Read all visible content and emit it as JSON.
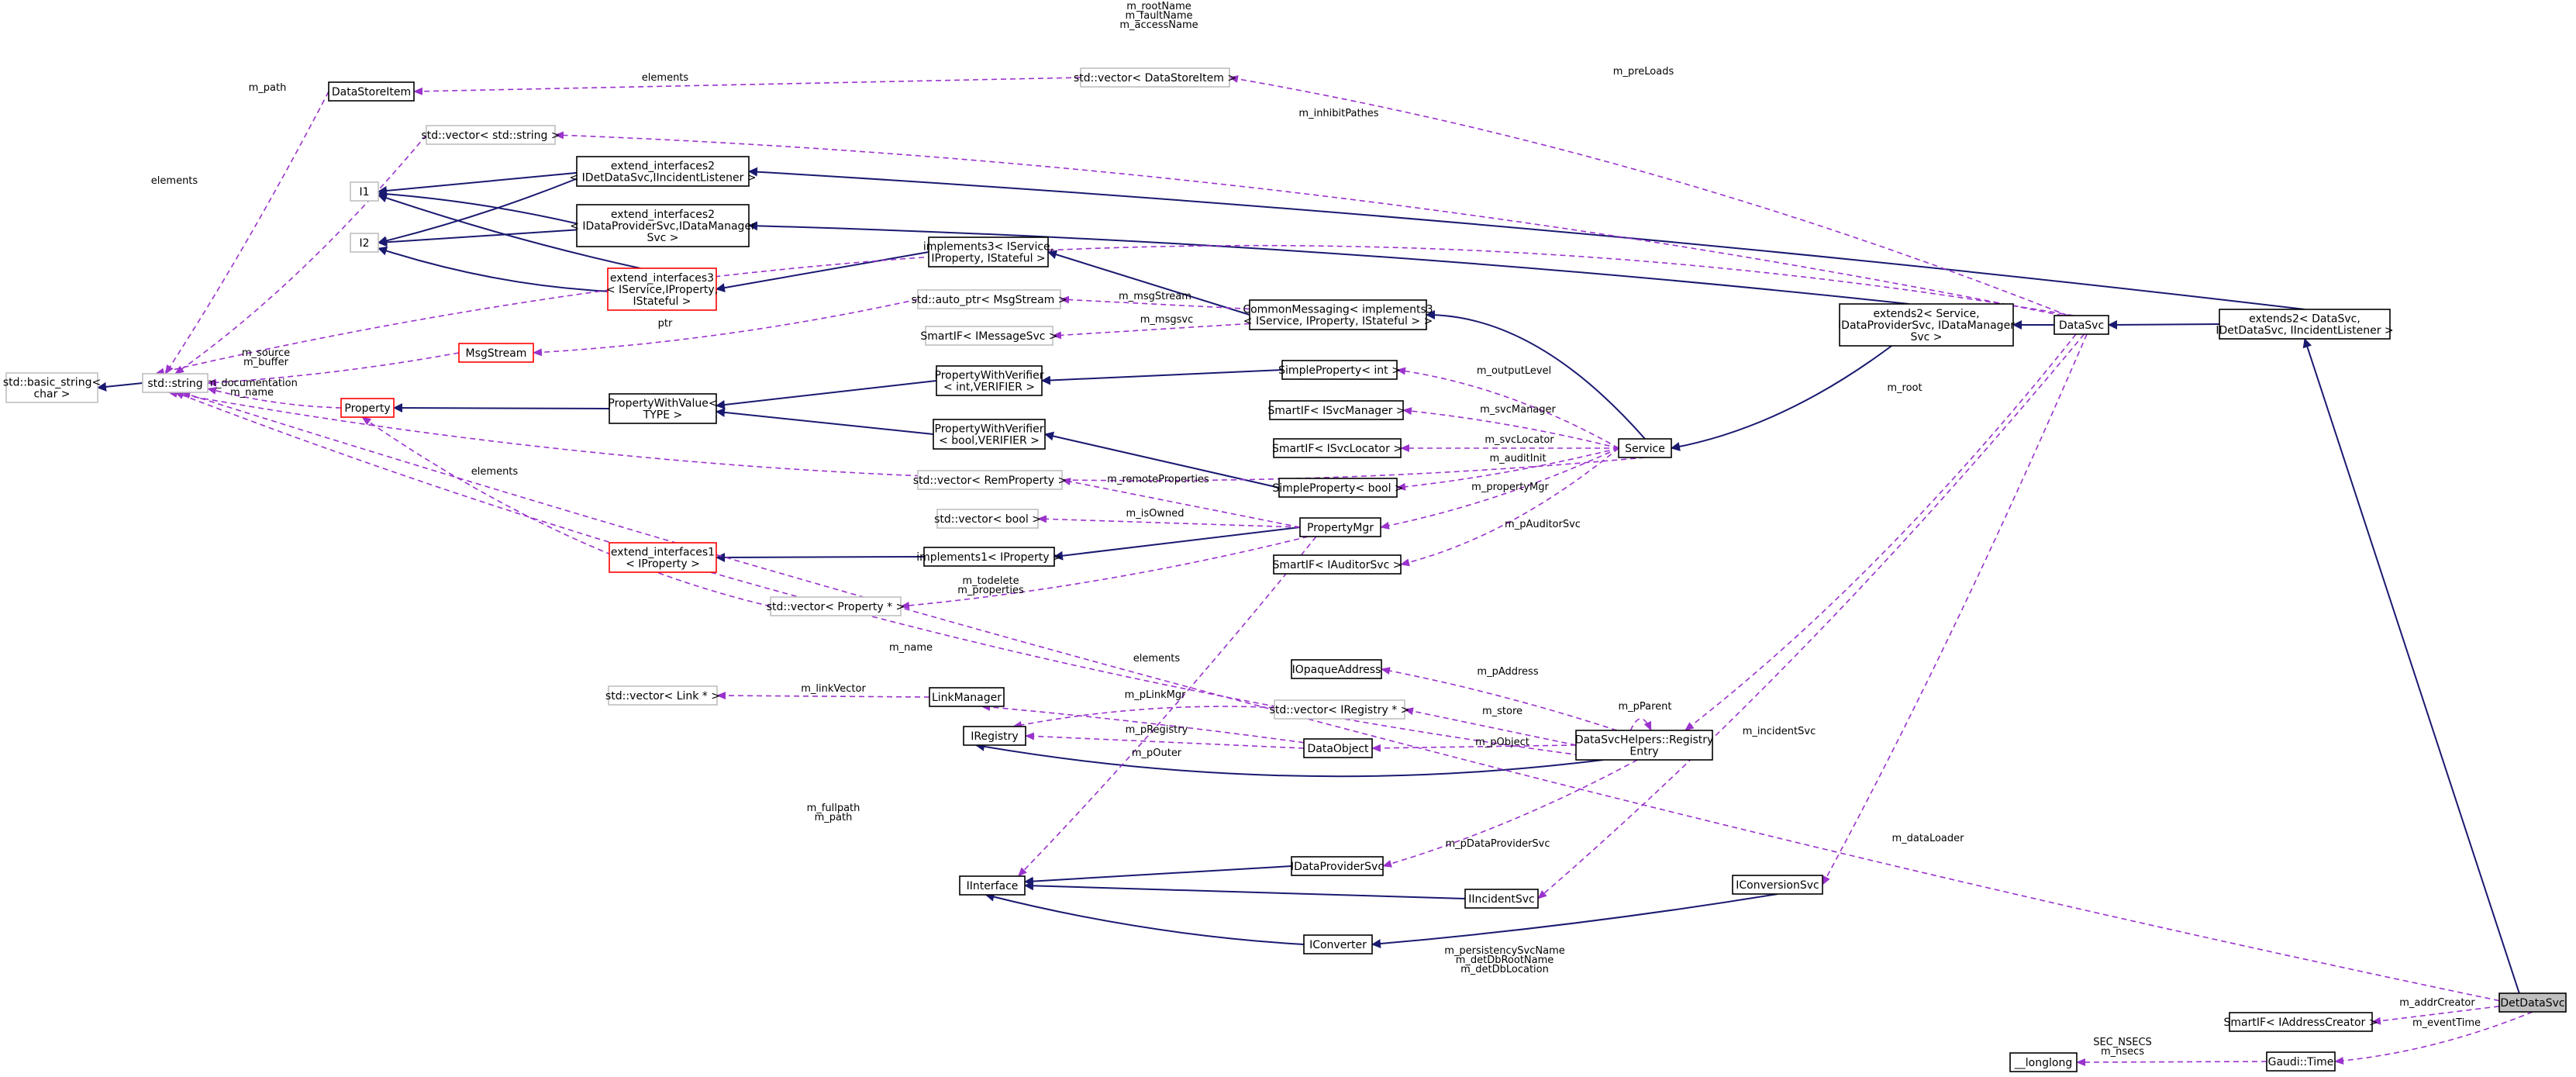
{
  "colors": {
    "inheritance_edge": "#191970",
    "usage_edge": "#9a32cd",
    "box_default": "#000000",
    "box_template": "#bfbfbf",
    "box_red": "#ff0000",
    "focus_fill": "#bfbfbf"
  },
  "nodes": {
    "DataStoreItem": [
      "DataStoreItem"
    ],
    "vec_DataStoreItem": [
      "std::vector< DataStoreItem >"
    ],
    "vec_string": [
      "std::vector< std::string >"
    ],
    "I1": [
      "I1"
    ],
    "I2": [
      "I2"
    ],
    "ext2_incident": [
      "extend_interfaces2",
      "< IDetDataSvc,IIncidentListener >"
    ],
    "ext2_provider": [
      "extend_interfaces2",
      "< IDataProviderSvc,IDataManager",
      "Svc >"
    ],
    "ext3": [
      "extend_interfaces3",
      "< IService,IProperty,",
      "IStateful >"
    ],
    "impl3": [
      "implements3< IService,",
      "IProperty, IStateful >"
    ],
    "auto_ptr": [
      "std::auto_ptr< MsgStream >"
    ],
    "CommonMessaging": [
      "CommonMessaging< implements3",
      "< IService, IProperty, IStateful > >"
    ],
    "SmartIF_IMessageSvc": [
      "SmartIF< IMessageSvc >"
    ],
    "MsgStream": [
      "MsgStream"
    ],
    "basic_string": [
      "std::basic_string<",
      "char >"
    ],
    "std_string": [
      "std::string"
    ],
    "Property": [
      "Property"
    ],
    "PWV_TYPE": [
      "PropertyWithValue<",
      "TYPE >"
    ],
    "PWVer_int": [
      "PropertyWithVerifier",
      "< int,VERIFIER >"
    ],
    "PWVer_bool": [
      "PropertyWithVerifier",
      "< bool,VERIFIER >"
    ],
    "SimpleProperty_int": [
      "SimpleProperty< int >"
    ],
    "SmartIF_ISvcManager": [
      "SmartIF< ISvcManager >"
    ],
    "SmartIF_ISvcLocator": [
      "SmartIF< ISvcLocator >"
    ],
    "SimpleProperty_bool": [
      "SimpleProperty< bool >"
    ],
    "vec_RemProperty": [
      "std::vector< RemProperty >"
    ],
    "vec_bool": [
      "std::vector< bool >"
    ],
    "PropertyMgr": [
      "PropertyMgr"
    ],
    "SmartIF_IAuditorSvc": [
      "SmartIF< IAuditorSvc >"
    ],
    "ext1": [
      "extend_interfaces1",
      "< IProperty >"
    ],
    "impl1": [
      "implements1< IProperty >"
    ],
    "vec_PropertyPtr": [
      "std::vector< Property * >"
    ],
    "Service": [
      "Service"
    ],
    "extends2_Service": [
      "extends2< Service,",
      "IDataProviderSvc, IDataManager",
      "Svc >"
    ],
    "DataSvc": [
      "DataSvc"
    ],
    "extends2_DataSvc": [
      "extends2< DataSvc,",
      "IDetDataSvc, IIncidentListener >"
    ],
    "IOpaqueAddress": [
      "IOpaqueAddress"
    ],
    "vec_Link": [
      "std::vector< Link * >"
    ],
    "LinkManager": [
      "LinkManager"
    ],
    "vec_IRegistry": [
      "std::vector< IRegistry * >"
    ],
    "IRegistry": [
      "IRegistry"
    ],
    "DataObject": [
      "DataObject"
    ],
    "RegistryEntry": [
      "DataSvcHelpers::Registry",
      "Entry"
    ],
    "IDataProviderSvc": [
      "IDataProviderSvc"
    ],
    "IInterface": [
      "IInterface"
    ],
    "IIncidentSvc": [
      "IIncidentSvc"
    ],
    "IConversionSvc": [
      "IConversionSvc"
    ],
    "IConverter": [
      "IConverter"
    ],
    "DetDataSvc": [
      "DetDataSvc"
    ],
    "SmartIF_IAddressCreator": [
      "SmartIF< IAddressCreator >"
    ],
    "Gaudi_Time": [
      "Gaudi::Time"
    ],
    "longlong": [
      "__longlong"
    ]
  },
  "edge_labels": {
    "rootName": [
      "m_rootName",
      "m_faultName",
      "m_accessName"
    ],
    "path": [
      "m_path"
    ],
    "elements_top": [
      "elements"
    ],
    "preLoads": [
      "m_preLoads"
    ],
    "inhibitPathes": [
      "m_inhibitPathes"
    ],
    "elements_left": [
      "elements"
    ],
    "msgStream": [
      "m_msgStream"
    ],
    "msgsvc": [
      "m_msgsvc"
    ],
    "ptr": [
      "ptr"
    ],
    "source_buffer": [
      "m_source",
      "m_buffer"
    ],
    "documentation_name": [
      "m_documentation",
      "m_name"
    ],
    "outputLevel": [
      "m_outputLevel"
    ],
    "svcManager": [
      "m_svcManager"
    ],
    "svcLocator": [
      "m_svcLocator"
    ],
    "auditInit": [
      "m_auditInit"
    ],
    "remoteProperties": [
      "m_remoteProperties"
    ],
    "propertyMgr": [
      "m_propertyMgr"
    ],
    "isOwned": [
      "m_isOwned"
    ],
    "elements_prop": [
      "elements"
    ],
    "pAuditorSvc": [
      "m_pAuditorSvc"
    ],
    "todelete_properties": [
      "m_todelete",
      "m_properties"
    ],
    "name": [
      "m_name"
    ],
    "root": [
      "m_root"
    ],
    "elements_reg": [
      "elements"
    ],
    "pAddress": [
      "m_pAddress"
    ],
    "pParent": [
      "m_pParent"
    ],
    "linkVector": [
      "m_linkVector"
    ],
    "store": [
      "m_store"
    ],
    "pLinkMgr": [
      "m_pLinkMgr"
    ],
    "pRegistry": [
      "m_pRegistry"
    ],
    "pObject": [
      "m_pObject"
    ],
    "pOuter": [
      "m_pOuter"
    ],
    "incidentSvc": [
      "m_incidentSvc"
    ],
    "fullpath_path": [
      "m_fullpath",
      "m_path"
    ],
    "pDataProviderSvc": [
      "m_pDataProviderSvc"
    ],
    "dataLoader": [
      "m_dataLoader"
    ],
    "persistency": [
      "m_persistencySvcName",
      "m_detDbRootName",
      "m_detDbLocation"
    ],
    "addrCreator": [
      "m_addrCreator"
    ],
    "eventTime": [
      "m_eventTime"
    ],
    "sec_nsecs": [
      "SEC_NSECS",
      "m_nsecs"
    ]
  }
}
